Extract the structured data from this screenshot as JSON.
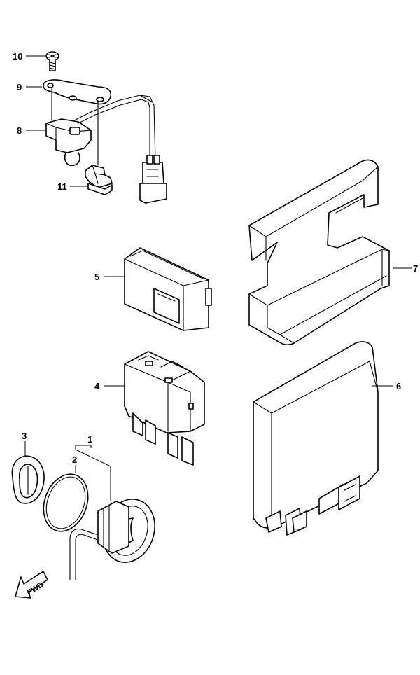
{
  "callouts": {
    "c1": "1",
    "c2": "2",
    "c3": "3",
    "c4": "4",
    "c5": "5",
    "c6": "6",
    "c7": "7",
    "c8": "8",
    "c9": "9",
    "c10": "10",
    "c11": "11"
  },
  "direction_arrow": {
    "text": "FWD"
  }
}
